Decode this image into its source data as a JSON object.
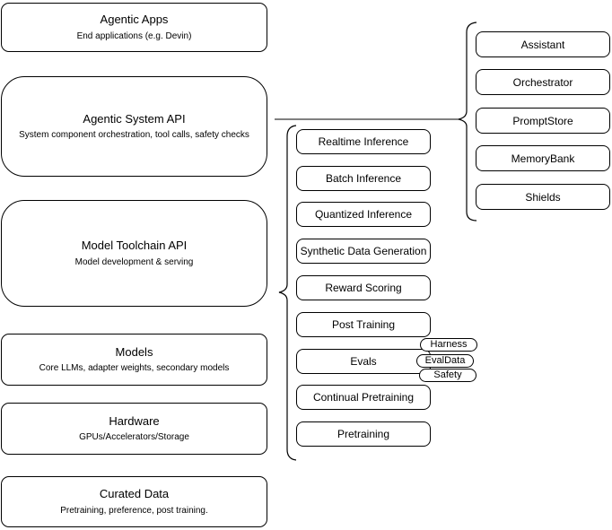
{
  "colors": {
    "background": "#ffffff",
    "border": "#000000",
    "text": "#000000"
  },
  "stack": [
    {
      "title": "Agentic Apps",
      "subtitle": "End applications (e.g. Devin)"
    },
    {
      "title": "Agentic System API",
      "subtitle": "System component orchestration, tool calls, safety checks"
    },
    {
      "title": "Model Toolchain API",
      "subtitle": "Model development & serving"
    },
    {
      "title": "Models",
      "subtitle": "Core LLMs, adapter weights, secondary models"
    },
    {
      "title": "Hardware",
      "subtitle": "GPUs/Accelerators/Storage"
    },
    {
      "title": "Curated Data",
      "subtitle": "Pretraining, preference, post training."
    }
  ],
  "toolchain_group": {
    "items": [
      "Realtime Inference",
      "Batch Inference",
      "Quantized Inference",
      "Synthetic Data Generation",
      "Reward Scoring",
      "Post Training",
      "Evals",
      "Continual Pretraining",
      "Pretraining"
    ]
  },
  "evals_tags": [
    "Harness",
    "EvalData",
    "Safety"
  ],
  "system_group": {
    "items": [
      "Assistant",
      "Orchestrator",
      "PromptStore",
      "MemoryBank",
      "Shields"
    ]
  }
}
